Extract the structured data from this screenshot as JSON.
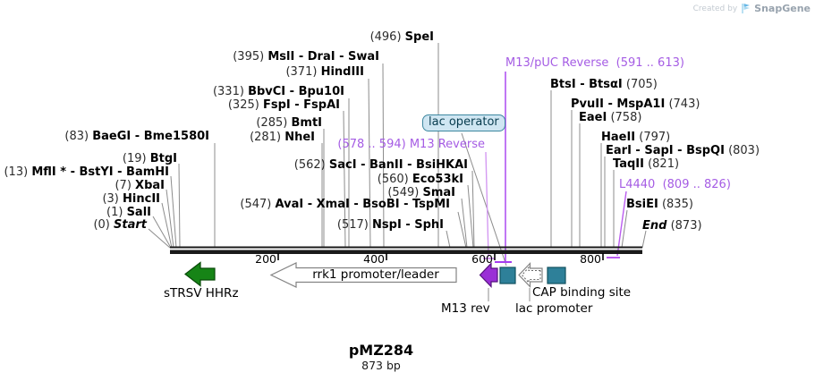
{
  "watermark": {
    "created_by": "Created by",
    "brand": "SnapGene"
  },
  "plasmid": {
    "name": "pMZ284",
    "length": "873 bp"
  },
  "scale": {
    "ticks": [
      "200",
      "400",
      "600",
      "800"
    ]
  },
  "sites": [
    {
      "pos": "(0)",
      "name": "Start"
    },
    {
      "pos": "(1)",
      "name": "SalI"
    },
    {
      "pos": "(3)",
      "name": "HincII"
    },
    {
      "pos": "(7)",
      "name": "XbaI"
    },
    {
      "pos": "(13)",
      "name": "MflI * - BstYI - BamHI"
    },
    {
      "pos": "(19)",
      "name": "BtgI"
    },
    {
      "pos": "(83)",
      "name": "BaeGI - Bme1580I"
    },
    {
      "pos": "(281)",
      "name": "NheI"
    },
    {
      "pos": "(285)",
      "name": "BmtI"
    },
    {
      "pos": "(325)",
      "name": "FspI - FspAI"
    },
    {
      "pos": "(331)",
      "name": "BbvCI - Bpu10I"
    },
    {
      "pos": "(371)",
      "name": "HindIII"
    },
    {
      "pos": "(395)",
      "name": "MslI - DraI - SwaI"
    },
    {
      "pos": "(496)",
      "name": "SpeI"
    },
    {
      "pos": "(517)",
      "name": "NspI - SphI"
    },
    {
      "pos": "(547)",
      "name": "AvaI - XmaI - BsoBI - TspMI"
    },
    {
      "pos": "(549)",
      "name": "SmaI"
    },
    {
      "pos": "(560)",
      "name": "Eco53kI"
    },
    {
      "pos": "(562)",
      "name": "SacI - BanII - BsiHKAI"
    },
    {
      "pos": "(705)",
      "name": "BtsI - BtsαI"
    },
    {
      "pos": "(743)",
      "name": "PvuII - MspA1I"
    },
    {
      "pos": "(758)",
      "name": "EaeI"
    },
    {
      "pos": "(797)",
      "name": "HaeII"
    },
    {
      "pos": "(803)",
      "name": "EarI - SapI - BspQI"
    },
    {
      "pos": "(821)",
      "name": "TaqII"
    },
    {
      "pos": "(835)",
      "name": "BsiEI"
    },
    {
      "pos": "(873)",
      "name": "End"
    }
  ],
  "primers": {
    "m13_reverse": {
      "range": "(578 .. 594)",
      "name": "M13 Reverse"
    },
    "m13_puc_reverse": {
      "name": "M13/pUC Reverse",
      "range": "(591 .. 613)"
    },
    "l4440": {
      "name": "L4440",
      "range": "(809 .. 826)"
    }
  },
  "features": {
    "lac_operator": "lac operator",
    "strsv_hhrz": "sTRSV HHRz",
    "rrk1": "rrk1 promoter/leader",
    "m13_rev": "M13 rev",
    "lac_promoter": "lac promoter",
    "cap_binding_site": "CAP binding site"
  },
  "colors": {
    "primer_purple": "#a55ce4",
    "primer_line_dark": "#a53df0",
    "primer_line_light": "#d49af2",
    "feature_teal": "#2e8099",
    "feature_green": "#168416",
    "feature_purple": "#9a2fd6",
    "lac_operator_fill": "#cfe6f2",
    "lac_operator_border": "#3d87a0",
    "callout_gray": "#8c8c8c",
    "backbone": "#1a1a1a"
  }
}
